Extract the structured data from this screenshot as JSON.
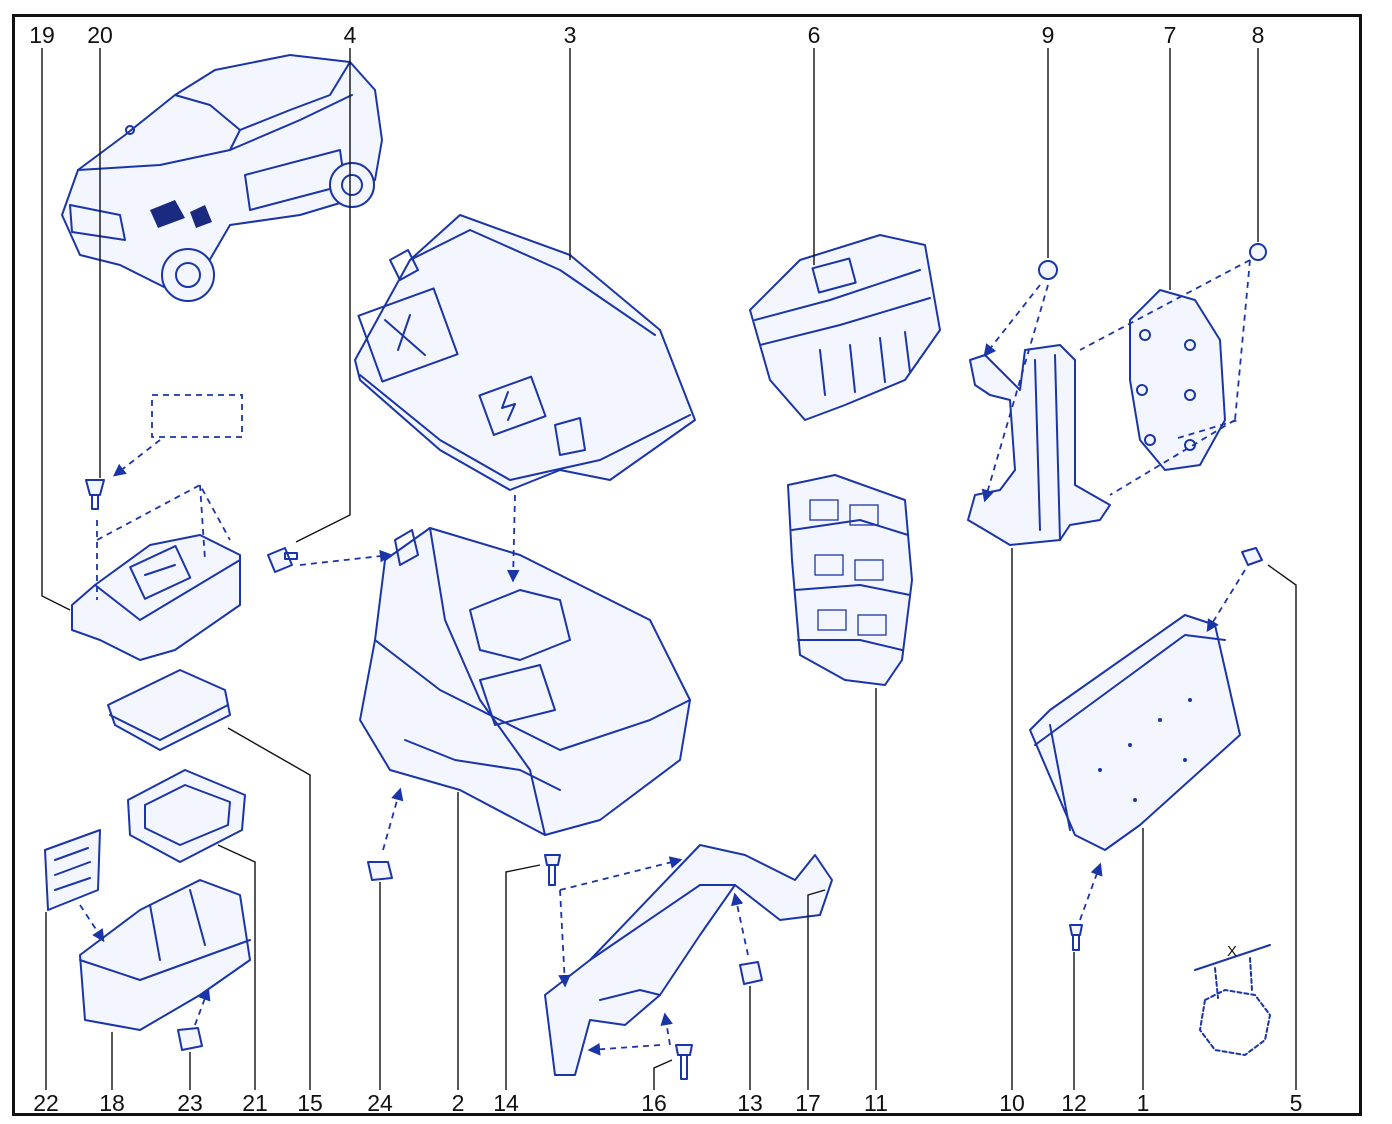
{
  "callouts": {
    "top": [
      "19",
      "20",
      "4",
      "3",
      "6",
      "9",
      "7",
      "8"
    ],
    "bottom": [
      "22",
      "18",
      "23",
      "21",
      "15",
      "24",
      "2",
      "14",
      "16",
      "13",
      "17",
      "11",
      "10",
      "12",
      "1",
      "5"
    ]
  },
  "dimension_label": "X",
  "colors": {
    "line": "#1a35a8",
    "text": "#111111",
    "frame": "#111111"
  }
}
